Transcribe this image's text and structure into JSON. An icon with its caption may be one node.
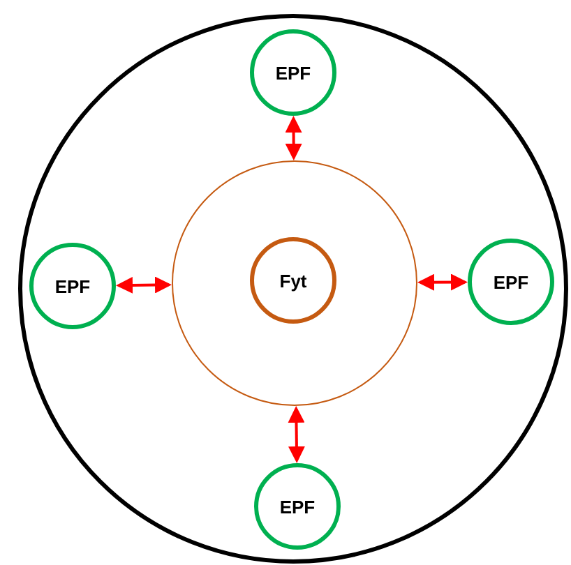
{
  "diagram": {
    "nodes": [
      {
        "text": [],
        "shape": "circle"
      },
      {
        "text": [],
        "shape": "circle",
        "in": 0
      },
      {
        "text": [
          "Fyt"
        ],
        "in": 1
      },
      {
        "text": [
          "EPF"
        ],
        "in": 0
      },
      {
        "text": [
          "EPF"
        ],
        "in": 0
      },
      {
        "text": [
          "EPF"
        ],
        "in": 0
      },
      {
        "text": [
          "EPF"
        ],
        "in": 0
      }
    ],
    "edges": [
      {
        "from": 3,
        "to": 1,
        "arrow": "both"
      },
      {
        "from": 4,
        "to": 1,
        "arrow": "both"
      },
      {
        "from": 5,
        "to": 1,
        "arrow": "both"
      },
      {
        "from": 6,
        "to": 1,
        "arrow": "both"
      }
    ]
  }
}
